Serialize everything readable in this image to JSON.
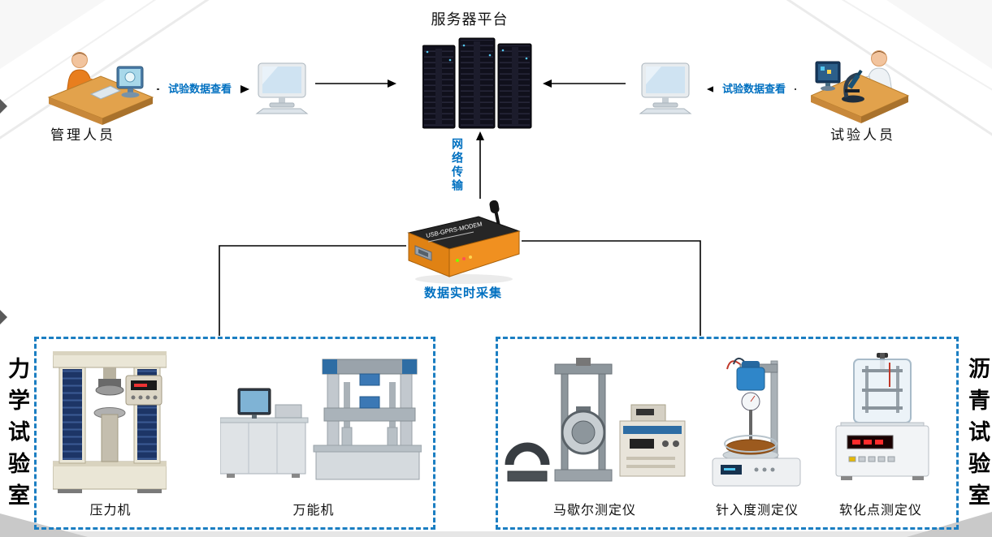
{
  "colors": {
    "accent_blue": "#0070C0",
    "lab_box_border": "#1b7ec2",
    "connector_black": "#000000"
  },
  "server": {
    "title": "服务器平台"
  },
  "actors": {
    "admin": {
      "label": "管理人员",
      "view_label": "试验数据查看"
    },
    "tester": {
      "label": "试验人员",
      "view_label": "试验数据查看"
    }
  },
  "network": {
    "label": "网络传输"
  },
  "collection": {
    "label": "数据实时采集",
    "device_text": "USB-GPRS-MODEM"
  },
  "labs": {
    "mechanics": {
      "name": "力学试验室",
      "machines": [
        {
          "label": "压力机"
        },
        {
          "label": "万能机"
        }
      ]
    },
    "asphalt": {
      "name": "沥青试验室",
      "machines": [
        {
          "label": "马歇尔测定仪"
        },
        {
          "label": "针入度测定仪"
        },
        {
          "label": "软化点测定仪"
        }
      ]
    }
  }
}
